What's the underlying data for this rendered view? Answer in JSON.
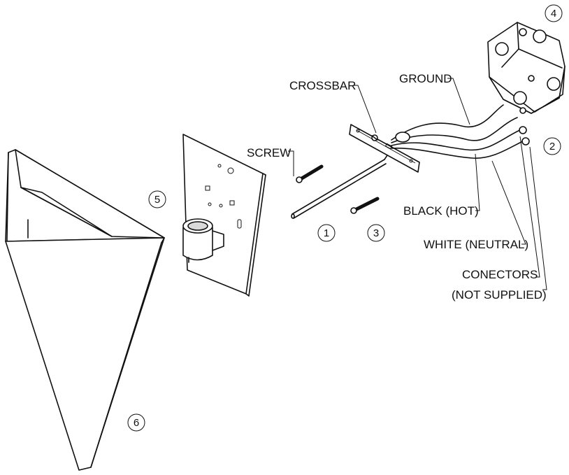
{
  "labels": {
    "crossbar": "CROSSBAR",
    "ground": "GROUND",
    "screw": "SCREW",
    "black_hot": "BLACK (HOT)",
    "white_neutral": "WHITE (NEUTRAL)",
    "connectors_line1": "CONECTORS",
    "connectors_line2": "(NOT SUPPLIED)"
  },
  "callouts": {
    "n1": "1",
    "n2": "2",
    "n3": "3",
    "n4": "4",
    "n5": "5",
    "n6": "6"
  }
}
